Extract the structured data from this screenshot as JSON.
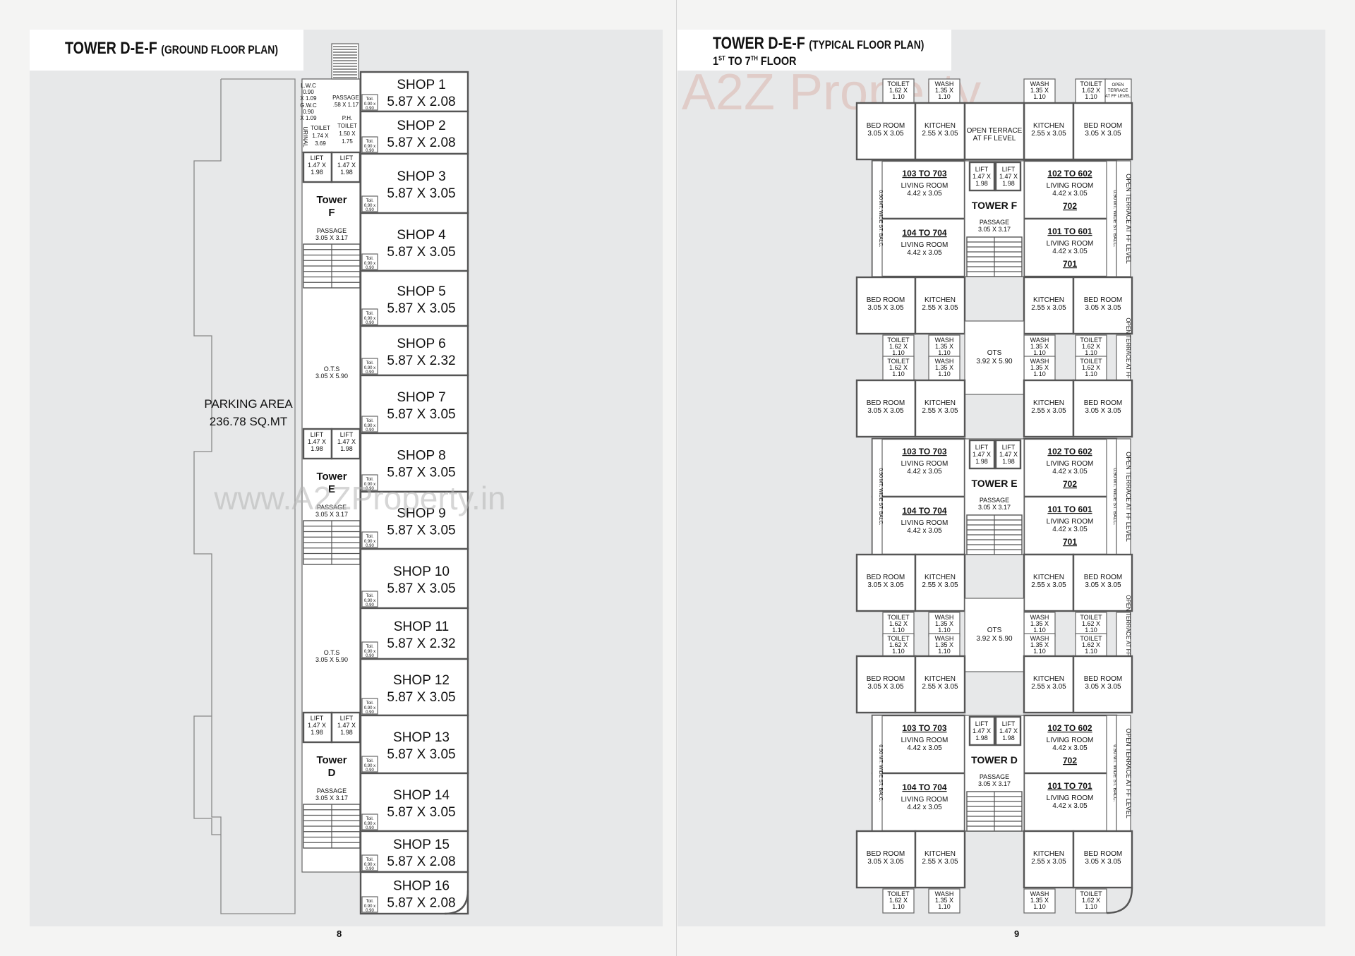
{
  "pages": {
    "left": {
      "title": "TOWER D-E-F",
      "subtitle": "(GROUND FLOOR PLAN)",
      "page_number": "8",
      "watermark": "www.A2ZProperty.in",
      "parking": {
        "label": "PARKING AREA",
        "area": "236.78 SQ.MT"
      },
      "shops": [
        {
          "name": "SHOP 1",
          "size": "5.87 X 2.08"
        },
        {
          "name": "SHOP 2",
          "size": "5.87 X 2.08"
        },
        {
          "name": "SHOP 3",
          "size": "5.87 X 3.05"
        },
        {
          "name": "SHOP 4",
          "size": "5.87 X 3.05"
        },
        {
          "name": "SHOP 5",
          "size": "5.87 X 3.05"
        },
        {
          "name": "SHOP 6",
          "size": "5.87 X 2.32"
        },
        {
          "name": "SHOP 7",
          "size": "5.87 X 3.05"
        },
        {
          "name": "SHOP 8",
          "size": "5.87 X 3.05"
        },
        {
          "name": "SHOP 9",
          "size": "5.87 X 3.05"
        },
        {
          "name": "SHOP 10",
          "size": "5.87 X 3.05"
        },
        {
          "name": "SHOP 11",
          "size": "5.87 X 2.32"
        },
        {
          "name": "SHOP 12",
          "size": "5.87 X 3.05"
        },
        {
          "name": "SHOP 13",
          "size": "5.87 X 3.05"
        },
        {
          "name": "SHOP 14",
          "size": "5.87 X 3.05"
        },
        {
          "name": "SHOP 15",
          "size": "5.87 X 2.08"
        },
        {
          "name": "SHOP 16",
          "size": "5.87 X 2.08"
        }
      ],
      "towers": [
        {
          "name": "Tower",
          "letter": "F",
          "lift_label": "LIFT",
          "lift_size": "1.47 X 1.98",
          "passage": "PASSAGE",
          "passage_size": "3.05 X 3.17"
        },
        {
          "name": "Tower",
          "letter": "E",
          "lift_label": "LIFT",
          "lift_size": "1.47 X 1.98",
          "passage": "PASSAGE",
          "passage_size": "3.05 X 3.17"
        },
        {
          "name": "Tower",
          "letter": "D",
          "lift_label": "LIFT",
          "lift_size": "1.47 X 1.98",
          "passage": "PASSAGE",
          "passage_size": "3.05 X 3.17"
        }
      ],
      "ots": {
        "label": "O.T.S",
        "size": "3.05 X 5.90"
      },
      "service": {
        "lwc": "L.W.C 0.90 X 1.09",
        "gwc": "G.W.C 0.90 X 1.09",
        "urinal": "URINAL",
        "toilet": "TOILET 1.74 X 3.69",
        "ph_toilet": "P.H. TOILET 1.50 X 1.75",
        "passage": "PASSAGE .58 X 1.17",
        "shop_toilet": "Toil. 0.90 x 0.90"
      }
    },
    "right": {
      "title": "TOWER D-E-F",
      "subtitle": "(TYPICAL FLOOR PLAN)",
      "line2_pre": "1",
      "line2_sup": "ST",
      "line2_mid": " TO 7",
      "line2_sup2": "TH",
      "line2_post": " FLOOR",
      "page_number": "9",
      "watermark": "A2Z Property",
      "rooms": {
        "bed": "BED ROOM",
        "bed_size": "3.05 X 3.05",
        "kitchen": "KITCHEN",
        "kitchen_size": "2.55 X 3.05",
        "kitchen_size_r": "2.55 x 3.05",
        "living": "LIVING ROOM",
        "living_size": "4.42 x 3.05",
        "toilet": "TOILET",
        "toilet_size": "1.62 X 1.10",
        "wash": "WASH",
        "wash_size": "1.35 X 1.10",
        "lift": "LIFT",
        "lift_size": "1.47 X 1.98",
        "passage": "PASSAGE",
        "passage_size": "3.05 X 3.17",
        "ots": "OTS",
        "ots_size": "3.92 X 5.90",
        "open_terrace_ff": "OPEN TERRACE AT FF LEVEL",
        "open_terrace_short": "OPEN TERRACE AT FF LEVEL",
        "balc": "0.90 MT. WIDE ST. BALC."
      },
      "towers": [
        {
          "name": "TOWER F",
          "units_left": [
            "103 TO 703",
            "104 TO 704"
          ],
          "units_right": [
            "102 TO 602",
            "101 TO 601"
          ],
          "sub_right": [
            "702",
            "701"
          ]
        },
        {
          "name": "TOWER E",
          "units_left": [
            "103 TO 703",
            "104 TO 704"
          ],
          "units_right": [
            "102 TO 602",
            "101 TO 601"
          ],
          "sub_right": [
            "702",
            "701"
          ]
        },
        {
          "name": "TOWER D",
          "units_left": [
            "103 TO 703",
            "104 TO 704"
          ],
          "units_right": [
            "102 TO 602",
            "101 TO 701"
          ],
          "sub_right": [
            "702",
            ""
          ]
        }
      ]
    }
  }
}
